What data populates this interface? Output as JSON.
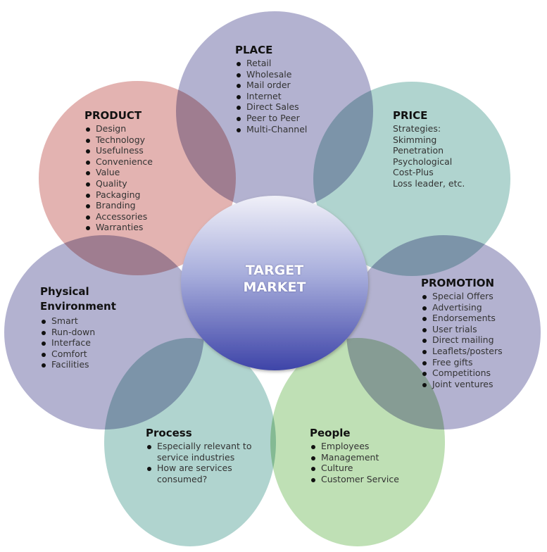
{
  "center": {
    "line1": "TARGET",
    "line2": "MARKET"
  },
  "place": {
    "title": "PLACE",
    "items": [
      "Retail",
      "Wholesale",
      "Mail order",
      "Internet",
      "Direct Sales",
      "Peer to Peer",
      "Multi-Channel"
    ]
  },
  "product": {
    "title": "PRODUCT",
    "items": [
      "Design",
      "Technology",
      "Usefulness",
      "Convenience",
      "Value",
      "Quality",
      "Packaging",
      "Branding",
      "Accessories",
      "Warranties"
    ]
  },
  "price": {
    "title": "PRICE",
    "lines": [
      "Strategies:",
      "Skimming",
      "Penetration",
      "Psychological",
      "Cost-Plus",
      "Loss leader, etc."
    ]
  },
  "promotion": {
    "title": "PROMOTION",
    "items": [
      "Special Offers",
      "Advertising",
      "Endorsements",
      "User trials",
      "Direct mailing",
      "Leaflets/posters",
      "Free gifts",
      "Competitions",
      "Joint ventures"
    ]
  },
  "physical": {
    "title1": "Physical",
    "title2": "Environment",
    "items": [
      "Smart",
      "Run-down",
      "Interface",
      "Comfort",
      "Facilities"
    ]
  },
  "process": {
    "title": "Process",
    "items": [
      "Especially relevant to service industries",
      "How are services consumed?"
    ]
  },
  "people": {
    "title": "People",
    "items": [
      "Employees",
      "Management",
      "Culture",
      "Customer Service"
    ]
  },
  "colors": {
    "place": "#b3b2d0",
    "product": "#e3b3b1",
    "price": "#b0d4cf",
    "promotion": "#b3b2d0",
    "physical": "#b3b2d0",
    "process": "#b0d4cf",
    "people": "#bfe0b5"
  }
}
